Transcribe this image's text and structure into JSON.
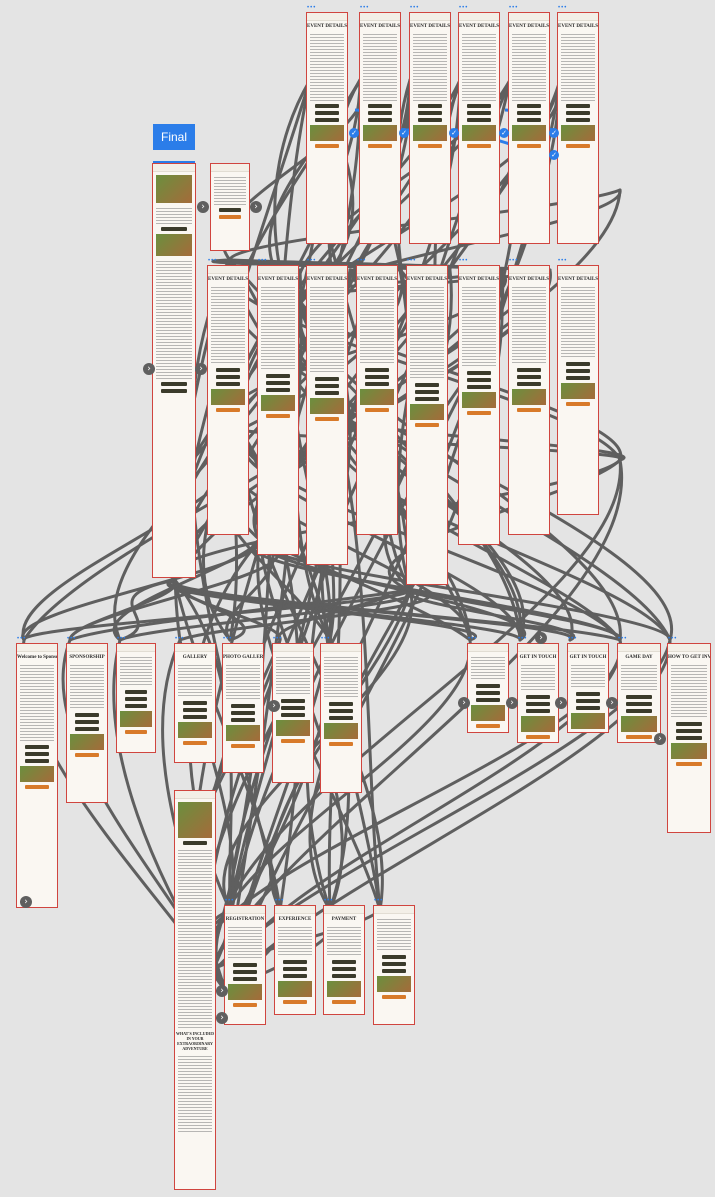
{
  "app": {
    "flow_label": "Final",
    "accent": "#2b7de9",
    "wire_color": "#5f5f5f"
  },
  "boards_row1": [
    {
      "title": "EVENT DETAILS"
    },
    {
      "title": "EVENT DETAILS"
    },
    {
      "title": "EVENT DETAILS"
    },
    {
      "title": "EVENT DETAILS"
    },
    {
      "title": "EVENT DETAILS"
    },
    {
      "title": "EVENT DETAILS"
    }
  ],
  "boards_row2": [
    {
      "title": "EVENT DETAILS"
    },
    {
      "title": "EVENT DETAILS"
    },
    {
      "title": "EVENT DETAILS"
    },
    {
      "title": "EVENT DETAILS"
    },
    {
      "title": "EVENT DETAILS"
    },
    {
      "title": "EVENT DETAILS"
    },
    {
      "title": "EVENT DETAILS"
    },
    {
      "title": "EVENT DETAILS"
    }
  ],
  "boards_row3": [
    {
      "title": "Welcome to Sponsors"
    },
    {
      "title": "SPONSORSHIP"
    },
    {
      "title": ""
    },
    {
      "title": "GALLERY"
    },
    {
      "title": "PHOTO GALLERY"
    },
    {
      "title": ""
    },
    {
      "title": ""
    },
    {
      "title": ""
    },
    {
      "title": "GET IN TOUCH"
    },
    {
      "title": "GET IN TOUCH"
    },
    {
      "title": "GAME DAY"
    },
    {
      "title": "HOW TO GET INVOLVED?"
    }
  ],
  "boards_row4": [
    {
      "title": "REGISTRATION"
    },
    {
      "title": "EXPERIENCE"
    },
    {
      "title": "PAYMENT"
    },
    {
      "title": ""
    }
  ],
  "long_board": {
    "heading": "WHAT'S INCLUDED IN YOUR EXTRAORDINARY ADVENTURE"
  }
}
